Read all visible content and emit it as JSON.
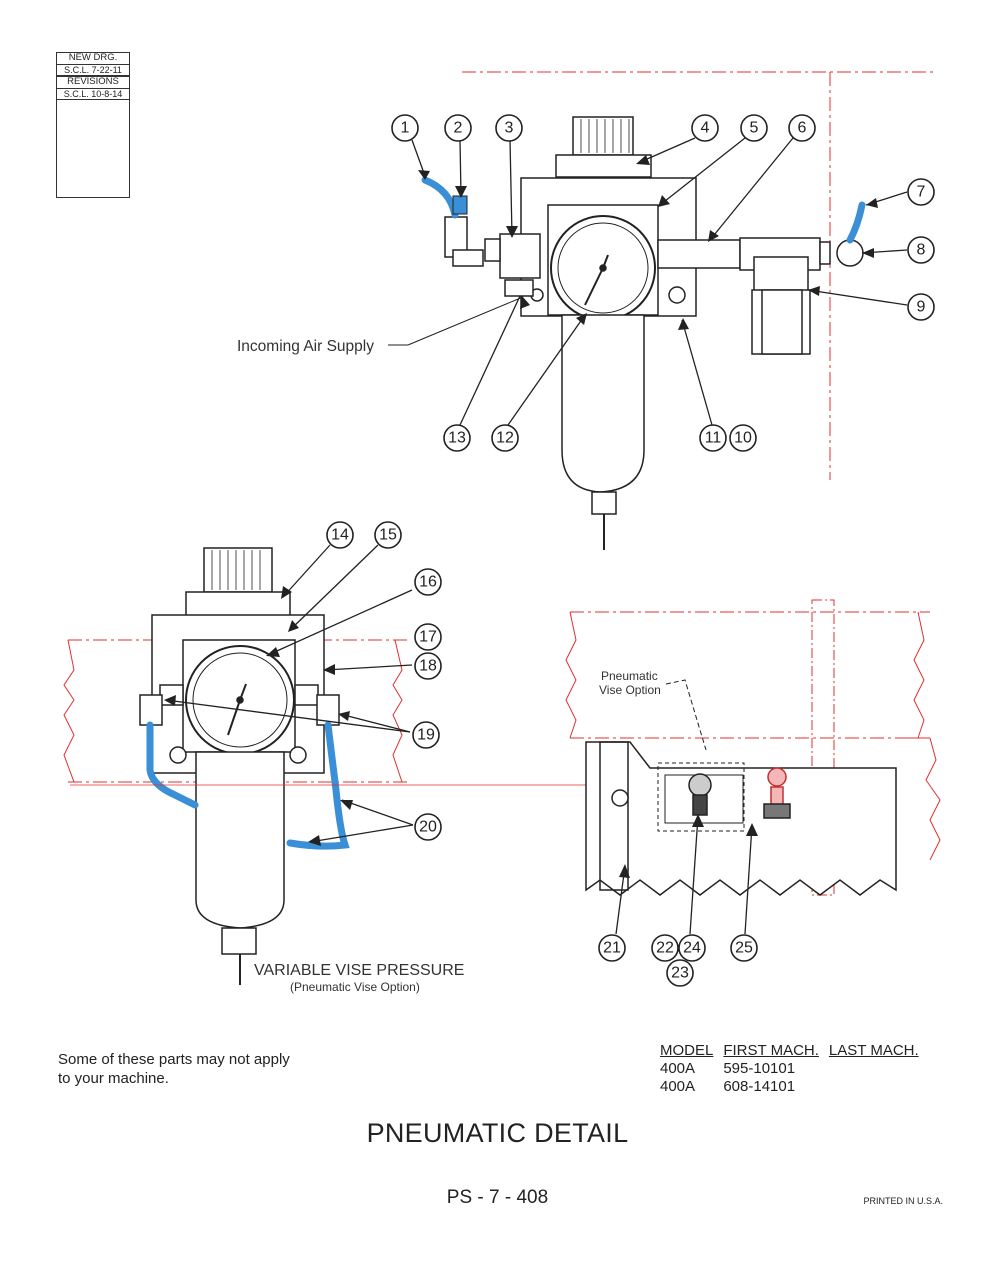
{
  "revision_block": {
    "new_drg_label": "NEW DRG.",
    "new_drg_value": "S.C.L. 7-22-11",
    "revisions_label": "REVISIONS",
    "revision_1": "S.C.L. 10-8-14"
  },
  "labels": {
    "incoming_air": "Incoming Air Supply",
    "pneumatic_vise_option_line1": "Pneumatic",
    "pneumatic_vise_option_line2": "Vise Option",
    "variable_vise_pressure": "VARIABLE VISE PRESSURE",
    "variable_vise_pressure_sub": "(Pneumatic Vise Option)"
  },
  "callouts": [
    "1",
    "2",
    "3",
    "4",
    "5",
    "6",
    "7",
    "8",
    "9",
    "10",
    "11",
    "12",
    "13",
    "14",
    "15",
    "16",
    "17",
    "18",
    "19",
    "20",
    "21",
    "22",
    "23",
    "24",
    "25"
  ],
  "note": "Some of these parts may not apply to your machine.",
  "model_table": {
    "headers": [
      "MODEL",
      "FIRST MACH.",
      "LAST MACH."
    ],
    "rows": [
      [
        "400A",
        "595-10101",
        ""
      ],
      [
        "400A",
        "608-14101",
        ""
      ]
    ]
  },
  "title": "PNEUMATIC DETAIL",
  "page_number": "PS - 7 - 408",
  "printed": "PRINTED IN U.S.A.",
  "colors": {
    "hose": "#3b8fd6",
    "machine_outline": "#e03030",
    "line": "#222222"
  }
}
